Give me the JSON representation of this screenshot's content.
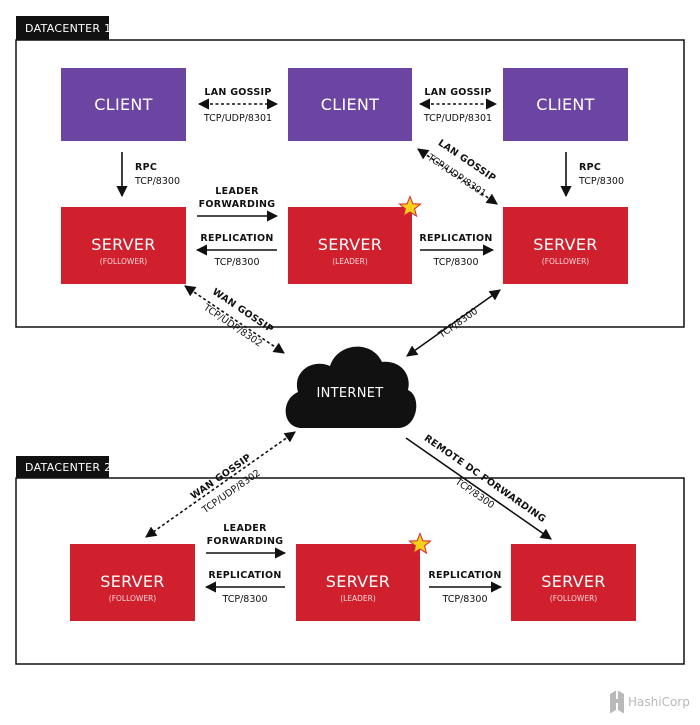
{
  "datacenters": {
    "dc1": {
      "label": "DATACENTER 1"
    },
    "dc2": {
      "label": "DATACENTER 2"
    }
  },
  "nodes": {
    "client_label": "CLIENT",
    "server_label": "SERVER",
    "follower_label": "(FOLLOWER)",
    "leader_label": "(LEADER)"
  },
  "links": {
    "lan_gossip": "LAN GOSSIP",
    "tcp_udp_8301": "TCP/UDP/8301",
    "rpc": "RPC",
    "tcp_8300": "TCP/8300",
    "leader": "LEADER",
    "forwarding": "FORWARDING",
    "replication": "REPLICATION",
    "wan_gossip": "WAN GOSSIP",
    "tcp_udp_8302": "TCP/UDP/8302",
    "remote_dc_forwarding": "REMOTE DC FORWARDING"
  },
  "internet": {
    "label": "INTERNET"
  },
  "brand": {
    "name": "HashiCorp"
  },
  "colors": {
    "client": "#6c45a3",
    "server": "#d0202e",
    "leader_star": "#f6d11c",
    "frame": "#111111"
  }
}
